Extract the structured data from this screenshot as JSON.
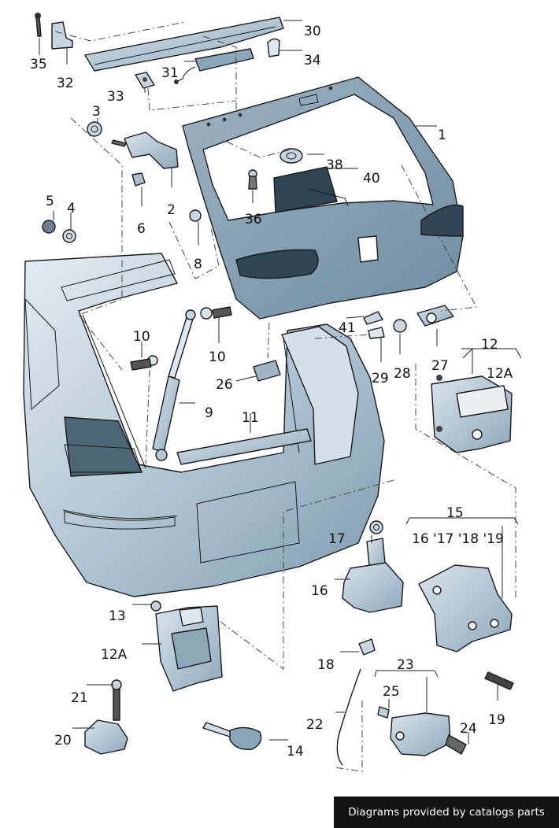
{
  "credit": "Diagrams provided by catalogs parts",
  "callouts": {
    "c1": "1",
    "c2": "2",
    "c3": "3",
    "c4": "4",
    "c5": "5",
    "c6": "6",
    "c8": "8",
    "c9": "9",
    "c10a": "10",
    "c10b": "10",
    "c11": "11",
    "c12": "12",
    "c12a_top": "12A",
    "c12a_bot": "12A",
    "c13": "13",
    "c14": "14",
    "c15": "15",
    "c15_sub": "16 '17 '18 '19",
    "c16": "16",
    "c17": "17",
    "c18": "18",
    "c19": "19",
    "c20": "20",
    "c21": "21",
    "c22": "22",
    "c23": "23",
    "c24": "24",
    "c25": "25",
    "c26": "26",
    "c27": "27",
    "c28": "28",
    "c29": "29",
    "c30": "30",
    "c31": "31",
    "c32": "32",
    "c33": "33",
    "c34": "34",
    "c35": "35",
    "c36": "36",
    "c38": "38",
    "c40": "40",
    "c41": "41"
  },
  "colors": {
    "part_fill": "#b9cbd8",
    "part_shade": "#8aa6b9",
    "part_light": "#dbe6ee",
    "glass_dark": "#3f5868",
    "label": "#111111",
    "credit_bg": "#111111",
    "credit_text": "#ffffff"
  }
}
